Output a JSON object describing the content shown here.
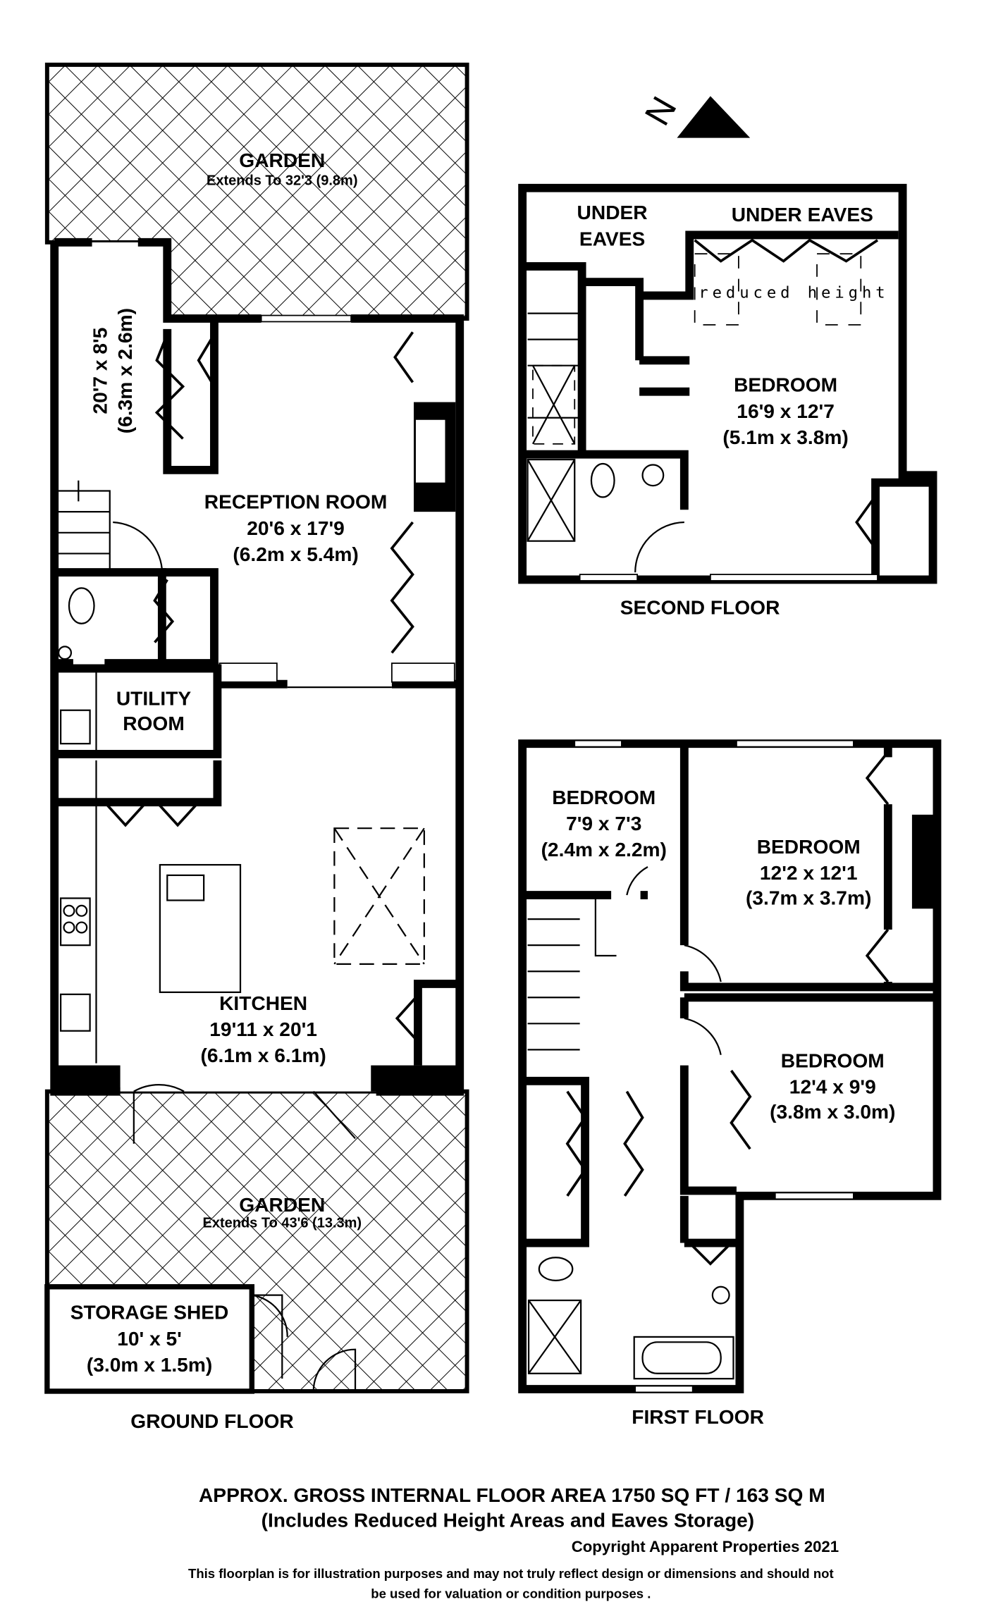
{
  "compass": {
    "label": "N",
    "icon": "north-arrow-icon"
  },
  "ground_floor": {
    "title": "GROUND FLOOR",
    "rooms": [
      {
        "id": "garden-rear",
        "name": "GARDEN",
        "dims": "Extends To 32'3 (9.8m)"
      },
      {
        "id": "hallway",
        "name": "",
        "dims": "20'7 x 8'5",
        "metric": "(6.3m x 2.6m)"
      },
      {
        "id": "reception",
        "name": "RECEPTION ROOM",
        "dims": "20'6 x 17'9",
        "metric": "(6.2m x 5.4m)"
      },
      {
        "id": "utility",
        "name": "UTILITY",
        "name2": "ROOM"
      },
      {
        "id": "kitchen",
        "name": "KITCHEN",
        "dims": "19'11 x 20'1",
        "metric": "(6.1m x 6.1m)"
      },
      {
        "id": "garden-front",
        "name": "GARDEN",
        "dims": "Extends To 43'6 (13.3m)"
      },
      {
        "id": "shed",
        "name": "STORAGE SHED",
        "dims": "10' x 5'",
        "metric": "(3.0m x 1.5m)"
      }
    ]
  },
  "second_floor": {
    "title": "SECOND FLOOR",
    "rooms": [
      {
        "id": "eaves-left",
        "name": "UNDER",
        "name2": "EAVES"
      },
      {
        "id": "eaves-right",
        "name": "UNDER EAVES"
      },
      {
        "id": "bedroom",
        "name": "BEDROOM",
        "dims": "16'9 x 12'7",
        "metric": "(5.1m x 3.8m)"
      }
    ],
    "reduced_height": "reduced height"
  },
  "first_floor": {
    "title": "FIRST FLOOR",
    "rooms": [
      {
        "id": "bedroom-small",
        "name": "BEDROOM",
        "dims": "7'9 x 7'3",
        "metric": "(2.4m x 2.2m)"
      },
      {
        "id": "bedroom-rear",
        "name": "BEDROOM",
        "dims": "12'2 x 12'1",
        "metric": "(3.7m x 3.7m)"
      },
      {
        "id": "bedroom-front",
        "name": "BEDROOM",
        "dims": "12'4 x 9'9",
        "metric": "(3.8m x 3.0m)"
      }
    ]
  },
  "footer": {
    "area": "APPROX. GROSS INTERNAL FLOOR AREA 1750 SQ FT / 163 SQ M",
    "includes": "(Includes Reduced Height Areas and Eaves Storage)",
    "copyright": "Copyright Apparent Properties 2021",
    "disclaimer1": "This floorplan is for illustration purposes and may not truly reflect design or dimensions and should not",
    "disclaimer2": "be used for valuation or condition purposes  ."
  }
}
